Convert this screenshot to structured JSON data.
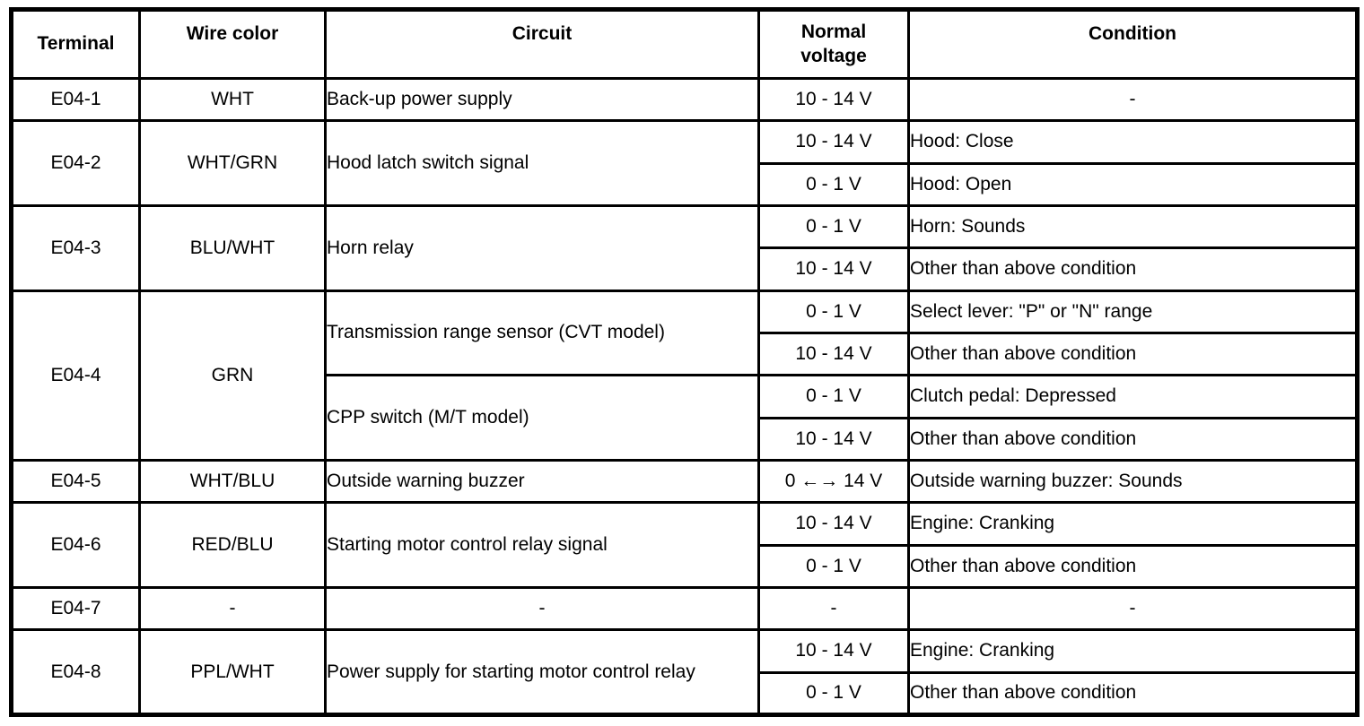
{
  "colors": {
    "background": "#ffffff",
    "border": "#000000",
    "text": "#000000"
  },
  "table": {
    "headers": {
      "terminal": "Terminal",
      "wire_color": "Wire color",
      "circuit": "Circuit",
      "normal_voltage": "Normal\nvoltage",
      "condition": "Condition"
    },
    "rows": [
      {
        "terminal": "E04-1",
        "wire": "WHT",
        "circuit": "Back-up power supply",
        "voltage": "10 - 14 V",
        "condition": "-"
      },
      {
        "terminal": "E04-2",
        "wire": "WHT/GRN",
        "circuit": "Hood latch switch signal",
        "voltage": "10 - 14 V",
        "condition": "Hood: Close"
      },
      {
        "voltage": "0 - 1 V",
        "condition": "Hood: Open"
      },
      {
        "terminal": "E04-3",
        "wire": "BLU/WHT",
        "circuit": "Horn relay",
        "voltage": "0 - 1 V",
        "condition": "Horn: Sounds"
      },
      {
        "voltage": "10 - 14 V",
        "condition": "Other than above condition"
      },
      {
        "terminal": "E04-4",
        "wire": "GRN",
        "circuit": "Transmission range sensor (CVT model)",
        "voltage": "0 - 1 V",
        "condition": "Select lever: \"P\" or \"N\" range"
      },
      {
        "voltage": "10 - 14 V",
        "condition": "Other than above condition"
      },
      {
        "circuit": "CPP switch (M/T model)",
        "voltage": "0 - 1 V",
        "condition": "Clutch pedal: Depressed"
      },
      {
        "voltage": "10 - 14 V",
        "condition": "Other than above condition"
      },
      {
        "terminal": "E04-5",
        "wire": "WHT/BLU",
        "circuit": "Outside warning buzzer",
        "voltage": "0 ←→ 14 V",
        "condition": "Outside warning buzzer: Sounds"
      },
      {
        "terminal": "E04-6",
        "wire": "RED/BLU",
        "circuit": "Starting motor control relay signal",
        "voltage": "10 - 14 V",
        "condition": "Engine: Cranking"
      },
      {
        "voltage": "0 - 1 V",
        "condition": "Other than above condition"
      },
      {
        "terminal": "E04-7",
        "wire": "-",
        "circuit": "-",
        "voltage": "-",
        "condition": "-"
      },
      {
        "terminal": "E04-8",
        "wire": "PPL/WHT",
        "circuit": "Power supply for starting motor control relay",
        "voltage": "10 - 14 V",
        "condition": "Engine: Cranking"
      },
      {
        "voltage": "0 - 1 V",
        "condition": "Other than above condition"
      }
    ]
  }
}
